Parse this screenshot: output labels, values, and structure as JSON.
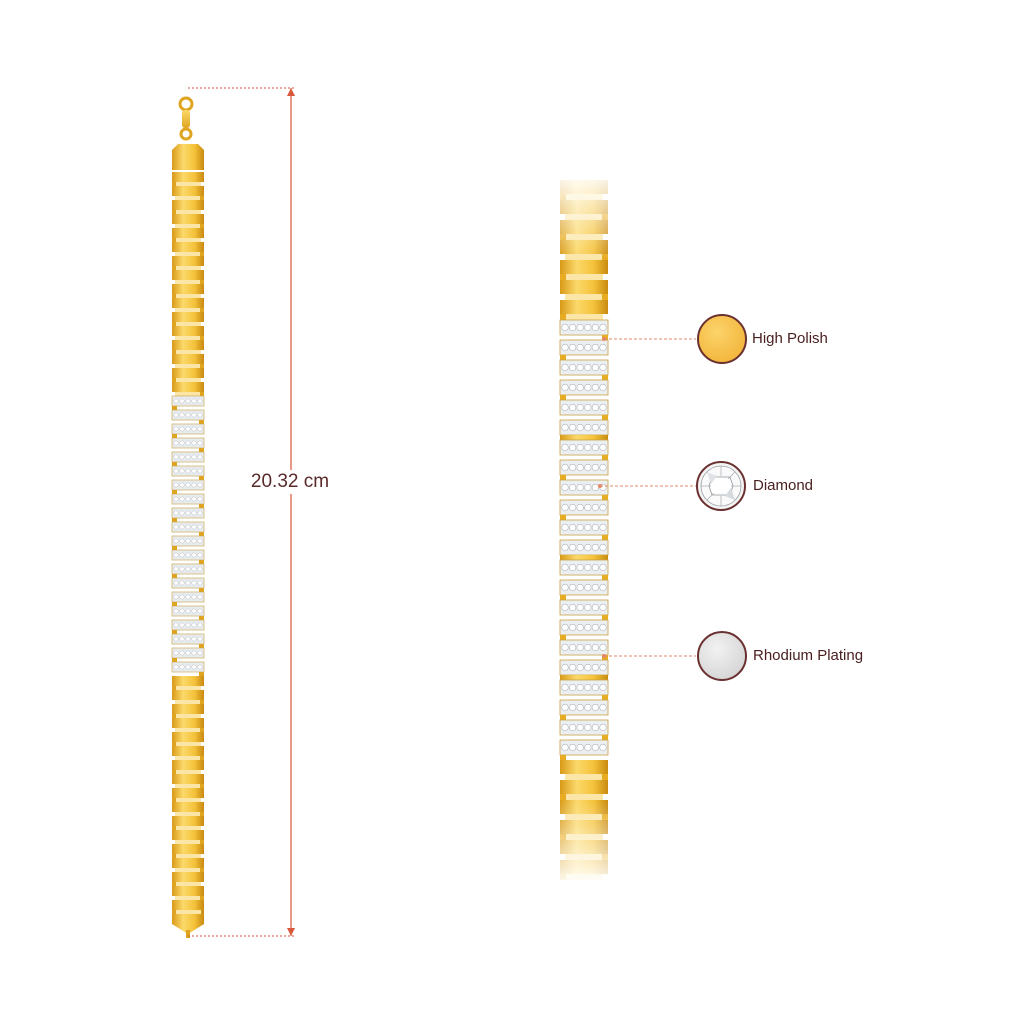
{
  "measurement": {
    "length_label": "20.32 cm"
  },
  "features": [
    {
      "label": "High Polish",
      "swatch": "gold"
    },
    {
      "label": "Diamond",
      "swatch": "diamond"
    },
    {
      "label": "Rhodium Plating",
      "swatch": "rhodium"
    }
  ],
  "colors": {
    "gold": "#f4c23a",
    "gold_dark": "#d89a18",
    "gold_light": "#fbd96a",
    "diamond_white": "#eef0f2",
    "rhodium": "#e6e6e6",
    "swatch_border": "#6b3030",
    "leader_line": "#e3876a",
    "dimension_line": "#d9573a",
    "text": "#4a2020"
  }
}
